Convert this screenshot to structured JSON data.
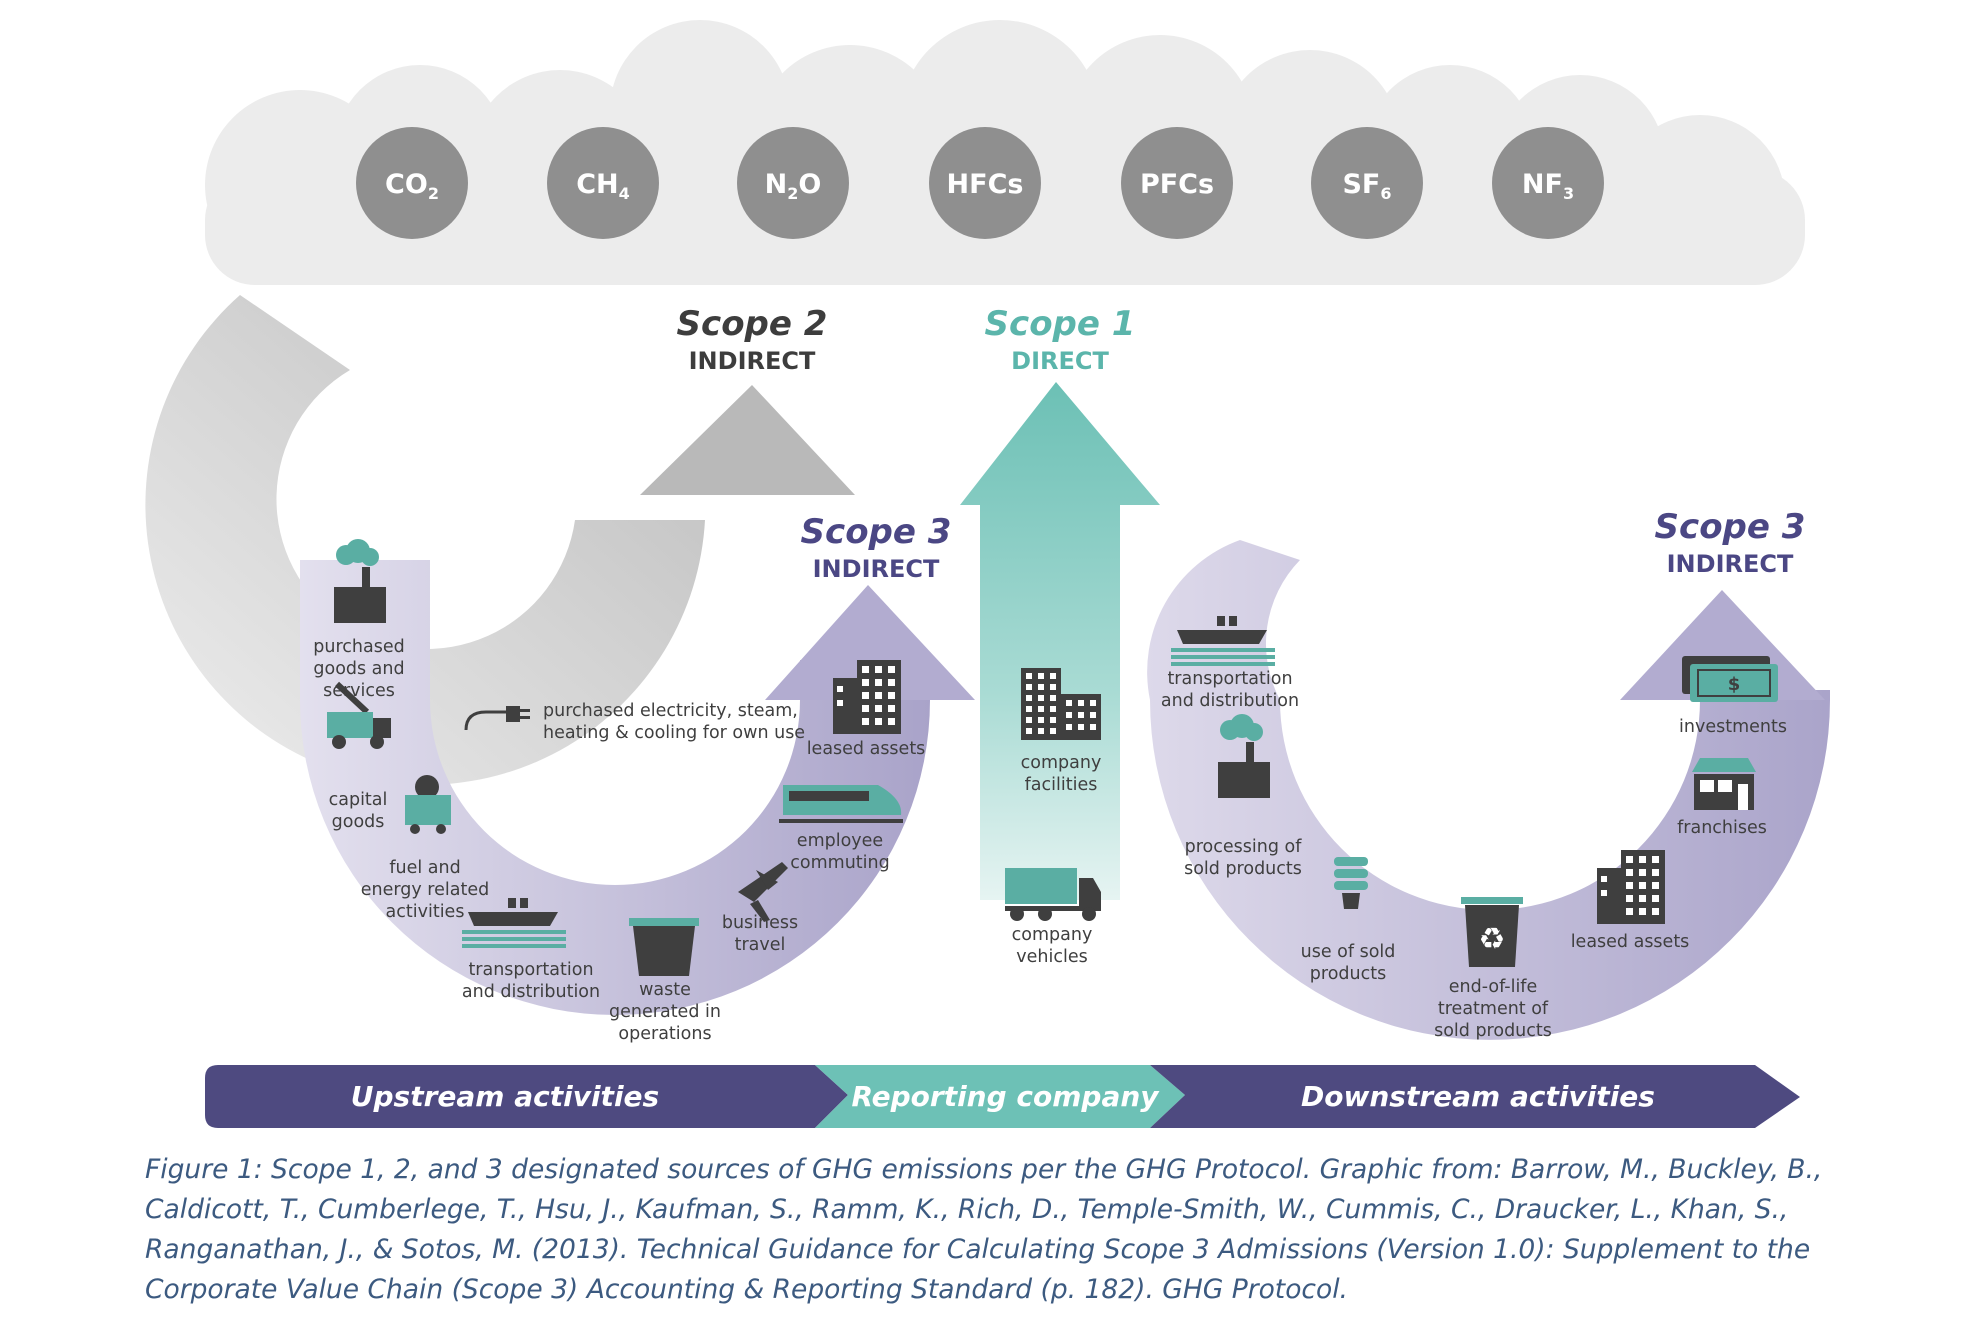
{
  "gases": [
    {
      "formula": "CO",
      "sub": "2"
    },
    {
      "formula": "CH",
      "sub": "4"
    },
    {
      "formula": "N",
      "sub": "2",
      "suffix": "O"
    },
    {
      "formula": "HFCs",
      "sub": ""
    },
    {
      "formula": "PFCs",
      "sub": ""
    },
    {
      "formula": "SF",
      "sub": "6"
    },
    {
      "formula": "NF",
      "sub": "3"
    }
  ],
  "scopes": {
    "scope2": {
      "title": "Scope 2",
      "subtitle": "INDIRECT"
    },
    "scope1": {
      "title": "Scope 1",
      "subtitle": "DIRECT"
    },
    "scope3_upstream": {
      "title": "Scope 3",
      "subtitle": "INDIRECT"
    },
    "scope3_downstream": {
      "title": "Scope 3",
      "subtitle": "INDIRECT"
    }
  },
  "upstream_items": [
    {
      "icon": "factory-icon",
      "lines": [
        "purchased",
        "goods and",
        "services"
      ]
    },
    {
      "icon": "crane-truck-icon",
      "lines": [
        "capital",
        "goods"
      ]
    },
    {
      "icon": "coal-cart-icon",
      "lines": [
        "fuel and",
        "energy related",
        "activities"
      ]
    },
    {
      "icon": "ship-icon",
      "lines": [
        "transportation",
        "and distribution"
      ]
    },
    {
      "icon": "dumpster-icon",
      "lines": [
        "waste",
        "generated in",
        "operations"
      ]
    },
    {
      "icon": "airplane-icon",
      "lines": [
        "business",
        "travel"
      ]
    },
    {
      "icon": "train-icon",
      "lines": [
        "employee",
        "commuting"
      ]
    },
    {
      "icon": "building-icon",
      "lines": [
        "leased assets"
      ]
    }
  ],
  "scope2_item": {
    "icon": "plug-icon",
    "lines": [
      "purchased electricity, steam,",
      "heating & cooling for own use"
    ]
  },
  "scope1_items": [
    {
      "icon": "buildings-icon",
      "lines": [
        "company",
        "facilities"
      ]
    },
    {
      "icon": "truck-icon",
      "lines": [
        "company",
        "vehicles"
      ]
    }
  ],
  "downstream_items": [
    {
      "icon": "ship-icon",
      "lines": [
        "transportation",
        "and distribution"
      ]
    },
    {
      "icon": "factory-icon",
      "lines": [
        "processing of",
        "sold products"
      ]
    },
    {
      "icon": "lightbulb-icon",
      "lines": [
        "use of sold",
        "products"
      ]
    },
    {
      "icon": "recycle-bin-icon",
      "lines": [
        "end-of-life",
        "treatment of",
        "sold products"
      ]
    },
    {
      "icon": "building-icon",
      "lines": [
        "leased assets"
      ]
    },
    {
      "icon": "storefront-icon",
      "lines": [
        "franchises"
      ]
    },
    {
      "icon": "money-icon",
      "lines": [
        "investments"
      ]
    }
  ],
  "band": {
    "upstream": "Upstream activities",
    "reporting": "Reporting company",
    "downstream": "Downstream activities"
  },
  "colors": {
    "gas_circle": "#8f8f8f",
    "cloud": "#ececec",
    "scope2": "#3d3d3d",
    "scope1": "#5bb5ab",
    "scope3": "#4b4784",
    "purple_band": "#4e4a80",
    "teal_band": "#6dc1b6",
    "icon_dark": "#3f3f3f",
    "icon_teal": "#5aaea3"
  },
  "caption": "Figure 1: Scope 1, 2, and 3 designated sources of GHG emissions per the GHG Protocol.  Graphic from: Barrow, M., Buckley, B., Caldicott, T., Cumberlege, T., Hsu, J., Kaufman, S., Ramm, K., Rich, D., Temple-Smith, W., Cummis, C., Draucker, L., Khan, S., Ranganathan, J., & Sotos, M. (2013). Technical Guidance for Calculating Scope 3 Admissions (Version 1.0): Supplement to the Corporate Value Chain (Scope 3) Accounting & Reporting Standard (p. 182). GHG Protocol."
}
